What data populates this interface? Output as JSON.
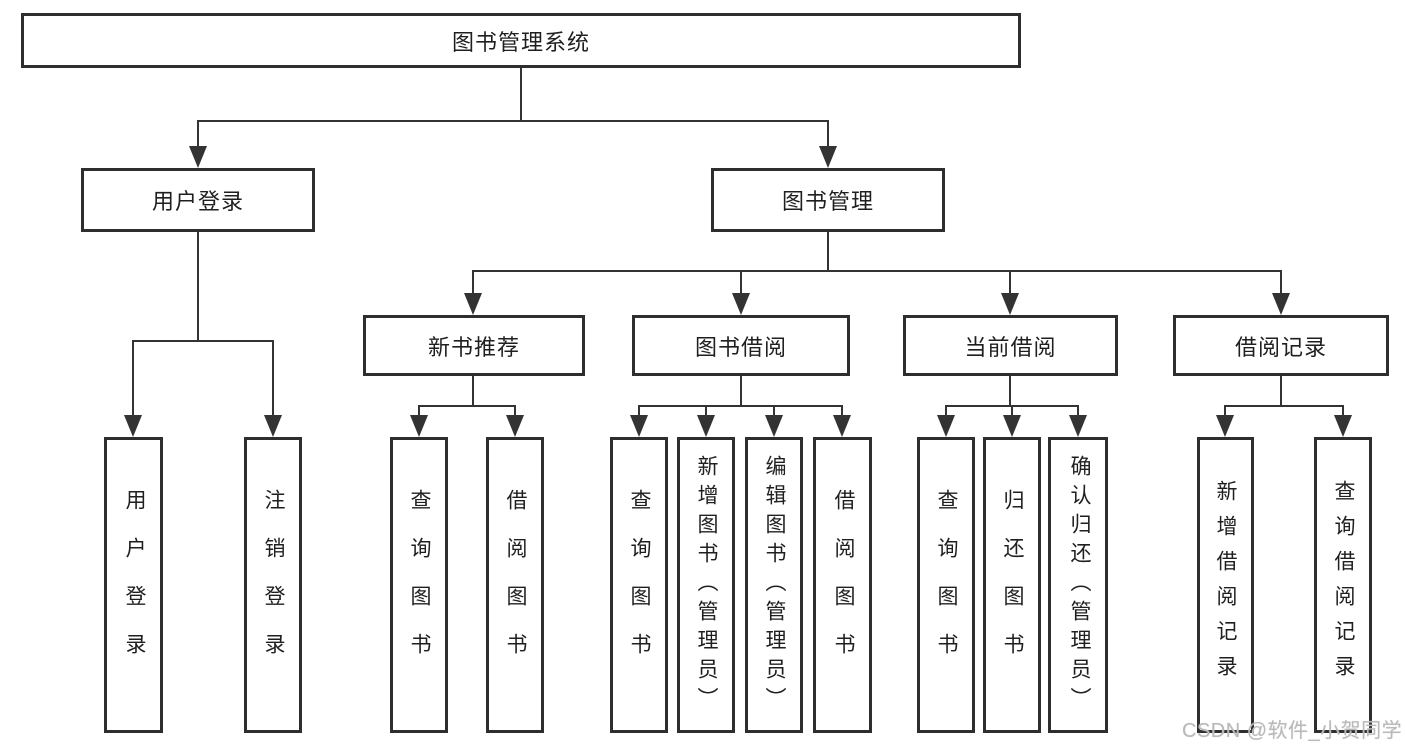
{
  "diagram": {
    "title": "图书管理系统",
    "tree": {
      "label": "图书管理系统",
      "children": [
        {
          "label": "用户登录",
          "children": [
            {
              "label": "用户登录"
            },
            {
              "label": "注销登录"
            }
          ]
        },
        {
          "label": "图书管理",
          "children": [
            {
              "label": "新书推荐",
              "children": [
                {
                  "label": "查询图书"
                },
                {
                  "label": "借阅图书"
                }
              ]
            },
            {
              "label": "图书借阅",
              "children": [
                {
                  "label": "查询图书"
                },
                {
                  "label": "新增图书（管理员）"
                },
                {
                  "label": "编辑图书（管理员）"
                },
                {
                  "label": "借阅图书"
                }
              ]
            },
            {
              "label": "当前借阅",
              "children": [
                {
                  "label": "查询图书"
                },
                {
                  "label": "归还图书"
                },
                {
                  "label": "确认归还（管理员）"
                }
              ]
            },
            {
              "label": "借阅记录",
              "children": [
                {
                  "label": "新增借阅记录"
                },
                {
                  "label": "查询借阅记录"
                }
              ]
            }
          ]
        }
      ]
    }
  },
  "watermark": {
    "text": "CSDN @软件_小贺同学"
  },
  "colors": {
    "line": "#333333",
    "border": "#2e2e2e",
    "text": "#1f1f1f",
    "watermark": "#b9b9b9",
    "background": "#ffffff"
  }
}
